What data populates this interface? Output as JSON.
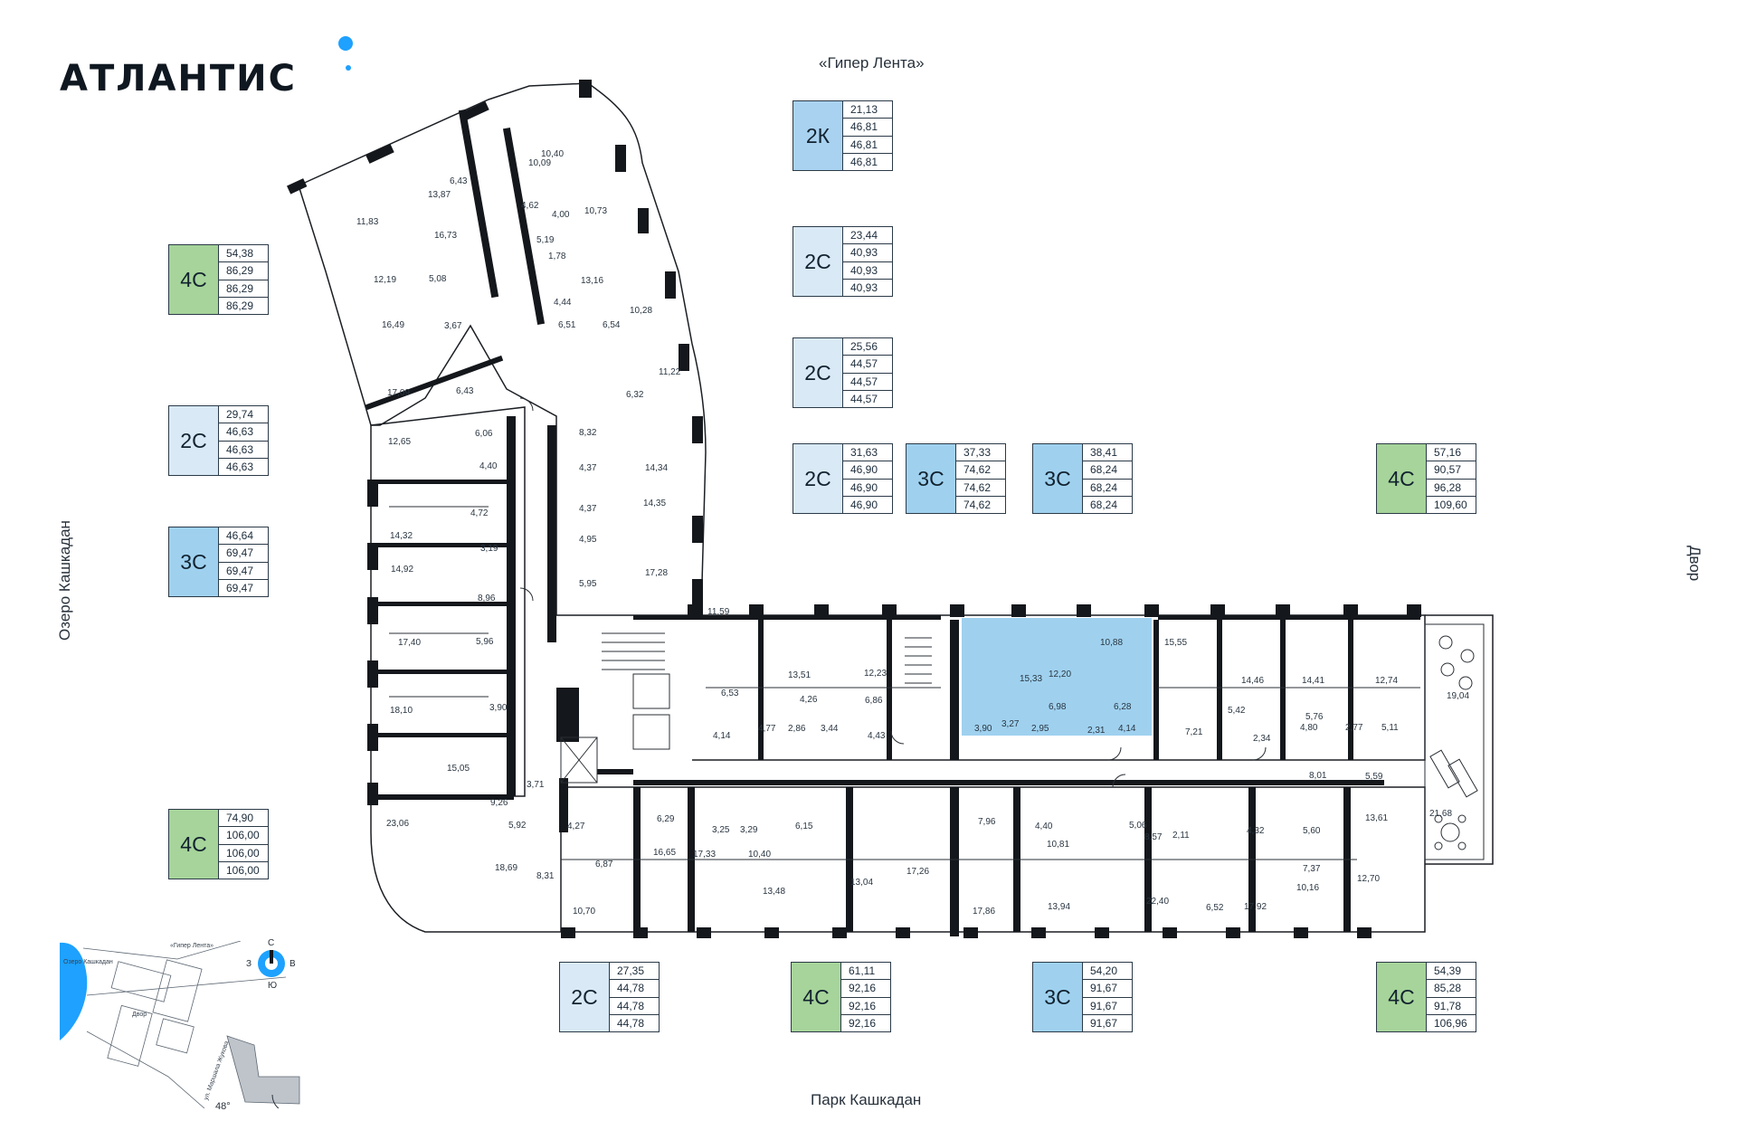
{
  "logo": "АТЛАНТИС",
  "labels": {
    "top": "«Гипер Лента»",
    "bottom": "Парк Кашкадан",
    "left": "Озеро Кашкадан",
    "right": "Двор"
  },
  "cards": [
    {
      "type": "2К",
      "values": [
        "21,13",
        "46,81",
        "46,81",
        "46,81"
      ],
      "color": "#a9d2f0"
    },
    {
      "type": "2С",
      "values": [
        "23,44",
        "40,93",
        "40,93",
        "40,93"
      ],
      "color": "#d9e9f6"
    },
    {
      "type": "2С",
      "values": [
        "25,56",
        "44,57",
        "44,57",
        "44,57"
      ],
      "color": "#d9e9f6"
    },
    {
      "type": "4С",
      "values": [
        "54,38",
        "86,29",
        "86,29",
        "86,29"
      ],
      "color": "#a6d49a"
    },
    {
      "type": "2С",
      "values": [
        "29,74",
        "46,63",
        "46,63",
        "46,63"
      ],
      "color": "#d9e9f6"
    },
    {
      "type": "3С",
      "values": [
        "46,64",
        "69,47",
        "69,47",
        "69,47"
      ],
      "color": "#9fd1ef"
    },
    {
      "type": "2С",
      "values": [
        "31,63",
        "46,90",
        "46,90",
        "46,90"
      ],
      "color": "#d9e9f6"
    },
    {
      "type": "3С",
      "values": [
        "37,33",
        "74,62",
        "74,62",
        "74,62"
      ],
      "color": "#9fd1ef"
    },
    {
      "type": "3С",
      "values": [
        "38,41",
        "68,24",
        "68,24",
        "68,24"
      ],
      "color": "#9fd1ef"
    },
    {
      "type": "4С",
      "values": [
        "57,16",
        "90,57",
        "96,28",
        "109,60"
      ],
      "color": "#a6d49a"
    },
    {
      "type": "4С",
      "values": [
        "74,90",
        "106,00",
        "106,00",
        "106,00"
      ],
      "color": "#a6d49a"
    },
    {
      "type": "2С",
      "values": [
        "27,35",
        "44,78",
        "44,78",
        "44,78"
      ],
      "color": "#d9e9f6"
    },
    {
      "type": "4С",
      "values": [
        "61,11",
        "92,16",
        "92,16",
        "92,16"
      ],
      "color": "#a6d49a"
    },
    {
      "type": "3С",
      "values": [
        "54,20",
        "91,67",
        "91,67",
        "91,67"
      ],
      "color": "#9fd1ef"
    },
    {
      "type": "4С",
      "values": [
        "54,39",
        "85,28",
        "91,78",
        "106,96"
      ],
      "color": "#a6d49a"
    }
  ],
  "rooms": [
    "10,40",
    "10,09",
    "6,43",
    "13,87",
    "4,62",
    "4,00",
    "10,73",
    "11,83",
    "16,73",
    "5,19",
    "1,78",
    "13,16",
    "12,19",
    "5,08",
    "4,44",
    "10,28",
    "16,49",
    "3,67",
    "6,51",
    "6,54",
    "11,22",
    "17,09",
    "6,43",
    "6,32",
    "12,65",
    "6,06",
    "8,32",
    "4,40",
    "4,37",
    "14,34",
    "4,72",
    "4,37",
    "14,35",
    "14,32",
    "3,19",
    "4,95",
    "14,92",
    "8,96",
    "5,95",
    "17,28",
    "17,40",
    "5,96",
    "11,59",
    "13,51",
    "12,23",
    "15,33",
    "12,20",
    "10,88",
    "15,55",
    "14,46",
    "14,41",
    "12,74",
    "19,04",
    "18,10",
    "3,90",
    "6,53",
    "4,26",
    "6,86",
    "6,98",
    "6,28",
    "5,42",
    "5,76",
    "4,14",
    "4,77",
    "2,86",
    "3,44",
    "4,43",
    "3,90",
    "3,27",
    "2,95",
    "2,31",
    "4,14",
    "7,21",
    "2,34",
    "4,80",
    "2,77",
    "5,11",
    "15,05",
    "3,71",
    "8,01",
    "5,59",
    "9,26",
    "5,92",
    "4,27",
    "6,29",
    "3,25",
    "3,29",
    "6,15",
    "7,96",
    "4,40",
    "5,06",
    "2,11",
    "4,32",
    "13,61",
    "21,68",
    "23,06",
    "6,87",
    "16,65",
    "17,33",
    "10,40",
    "17,26",
    "10,81",
    "8,57",
    "5,60",
    "7,37",
    "13,48",
    "13,04",
    "13,94",
    "22,40",
    "6,52",
    "17,92",
    "10,16",
    "12,70",
    "18,69",
    "8,31",
    "10,70",
    "17,86"
  ],
  "minimap": {
    "lake": "Озеро Кашкадан",
    "giper": "«Гипер Лента»",
    "yard": "Двор",
    "street": "ул. Маршала Жукова",
    "compass": {
      "n": "С",
      "s": "Ю",
      "w": "З",
      "e": "В"
    },
    "angle": "48°"
  }
}
